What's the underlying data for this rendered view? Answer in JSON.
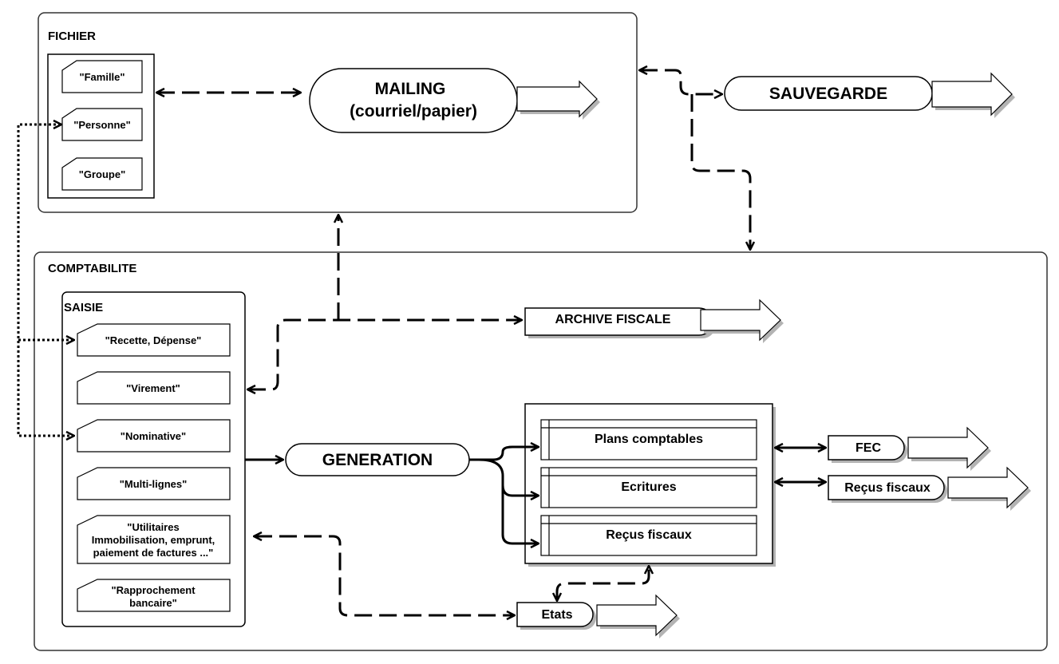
{
  "fichier": {
    "title": "FICHIER",
    "items": [
      "\"Famille\"",
      "\"Personne\"",
      "\"Groupe\""
    ]
  },
  "mailing": {
    "line1": "MAILING",
    "line2": "(courriel/papier)"
  },
  "sauvegarde": {
    "label": "SAUVEGARDE"
  },
  "comptabilite": {
    "title": "COMPTABILITE"
  },
  "saisie": {
    "title": "SAISIE",
    "items": [
      [
        "\"Recette, Dépense\""
      ],
      [
        "\"Virement\""
      ],
      [
        "\"Nominative\""
      ],
      [
        "\"Multi-lignes\""
      ],
      [
        "\"Utilitaires",
        "Immobilisation, emprunt,",
        "paiement de factures ...\""
      ],
      [
        "\"Rapprochement",
        "bancaire\""
      ]
    ]
  },
  "archive": {
    "label": "ARCHIVE FISCALE"
  },
  "generation": {
    "label": "GENERATION"
  },
  "outputs": {
    "items": [
      "Plans comptables",
      "Ecritures",
      "Reçus fiscaux"
    ]
  },
  "fec": {
    "label": "FEC"
  },
  "recus": {
    "label": "Reçus fiscaux"
  },
  "etats": {
    "label": "Etats"
  },
  "colors": {
    "stroke": "#000000",
    "shadow": "#b3b3b3",
    "fill": "#ffffff"
  }
}
